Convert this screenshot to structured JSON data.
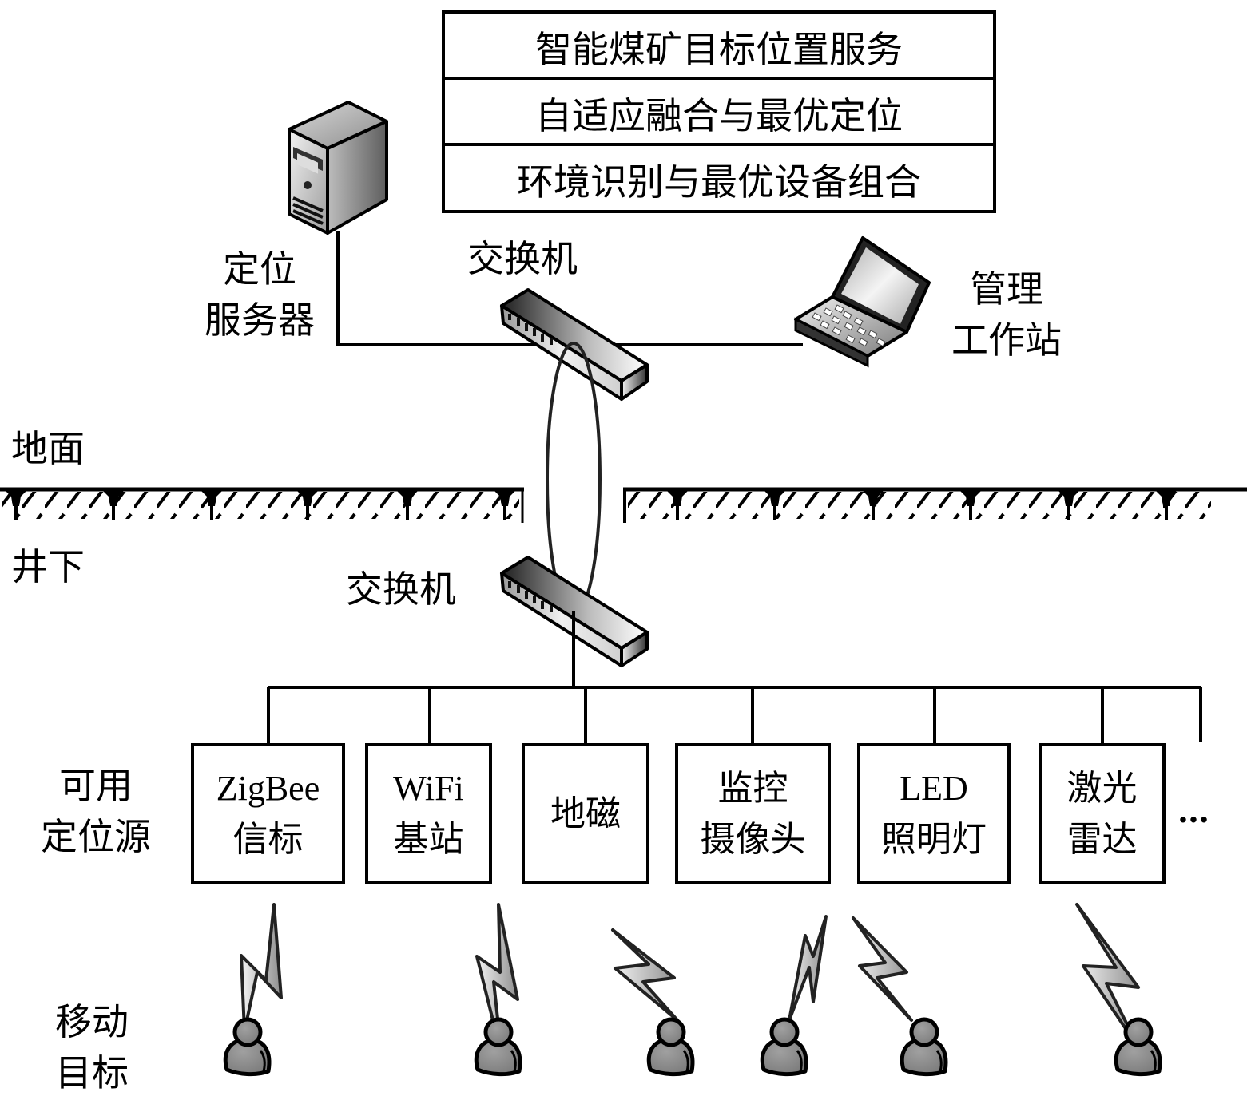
{
  "service_stack": {
    "layers": [
      "智能煤矿目标位置服务",
      "自适应融合与最优定位",
      "环境识别与最优设备组合"
    ]
  },
  "surface": {
    "server": {
      "label_line1": "定位",
      "label_line2": "服务器",
      "icon": "server-tower-icon"
    },
    "switch": {
      "label": "交换机",
      "icon": "network-switch-icon"
    },
    "workstation": {
      "label_line1": "管理",
      "label_line2": "工作站",
      "icon": "laptop-icon"
    }
  },
  "zones": {
    "ground_label": "地面",
    "underground_label": "井下"
  },
  "underground": {
    "switch": {
      "label": "交换机",
      "icon": "network-switch-icon"
    }
  },
  "sources": {
    "row_label_line1": "可用",
    "row_label_line2": "定位源",
    "items": [
      {
        "line1": "ZigBee",
        "line2": "信标"
      },
      {
        "line1": "WiFi",
        "line2": "基站"
      },
      {
        "line1": "地磁",
        "line2": ""
      },
      {
        "line1": "监控",
        "line2": "摄像头"
      },
      {
        "line1": "LED",
        "line2": "照明灯"
      },
      {
        "line1": "激光",
        "line2": "雷达"
      }
    ],
    "more": "…"
  },
  "targets": {
    "row_label_line1": "移动",
    "row_label_line2": "目标",
    "count": 6,
    "icon": "person-icon",
    "signal_icon": "lightning-signal-icon"
  },
  "colors": {
    "line": "#000000",
    "device_dark": "#1a1a1a",
    "device_light": "#e6e6e6",
    "person_fill": "#8a8a8a",
    "bolt_light": "#f2f2f2",
    "bolt_dark": "#9a9a9a"
  }
}
